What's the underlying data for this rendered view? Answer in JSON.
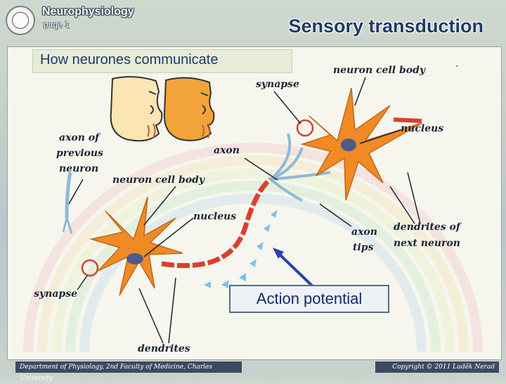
{
  "header": {
    "course_title": "Neurophysiology",
    "page_label": "page 1",
    "main_title": "Sensory transduction"
  },
  "slide": {
    "subtitle": "How neurones communicate",
    "dash_mark": "-",
    "labels": {
      "neuron_cell_body_top": "neuron cell body",
      "synapse_top": "synapse",
      "nucleus_right": "nucleus",
      "axon_of_previous_neuron": [
        "axon of",
        "previous",
        "neuron"
      ],
      "axon_mid": "axon",
      "neuron_cell_body_mid": "neuron cell body",
      "nucleus_mid": "nucleus",
      "axon_tips": [
        "axon",
        "tips"
      ],
      "dendrites_of_next_neuron": [
        "dendrites of",
        "next neuron"
      ],
      "synapse_left": "synapse",
      "dendrites_bottom": "dendrites"
    },
    "action_potential": "Action potential"
  },
  "footer": {
    "left": "Department of Physiology, 2nd Faculty of Medicine, Charles University",
    "right": "Copyright © 2011 Luděk Nerad"
  },
  "colors": {
    "neuron_orange": "#f08a24",
    "nucleus": "#4f5a8c",
    "axon_red": "#d9402f",
    "dendrite_blue": "#8fb9d6",
    "arrow_blue": "#2d3fb0",
    "face_light": "#fbe5b3",
    "face_orange": "#f2a43a"
  }
}
